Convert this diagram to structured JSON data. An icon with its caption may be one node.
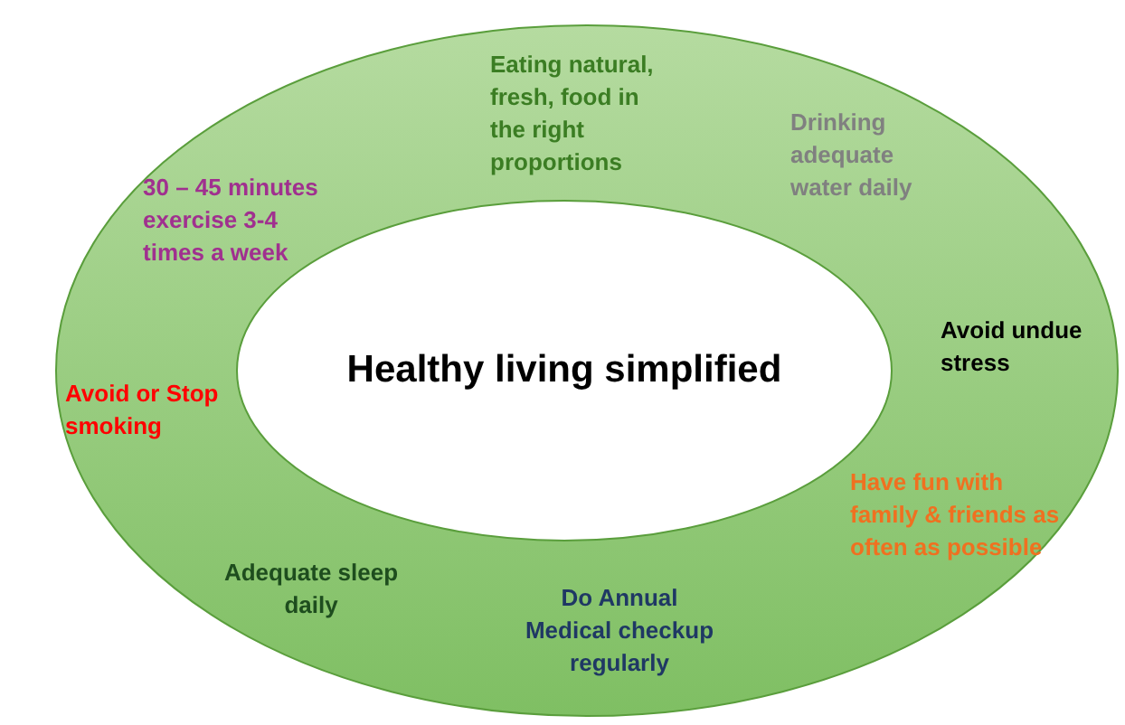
{
  "diagram": {
    "nodes": [
      {
        "text": [
          "Eating natural, fresh, food in the right proportions",
          "Drinking adequate water daily",
          "30 – 45 minutes exercise 3-4 times a week",
          "Avoid undue stress",
          "Avoid or Stop smoking",
          "Adequate sleep daily",
          "Do Annual Medical checkup regularly",
          "Have fun with family & friends as often as possible"
        ]
      },
      {
        "text": [
          "Healthy living simplified"
        ],
        "in": 0
      }
    ]
  }
}
